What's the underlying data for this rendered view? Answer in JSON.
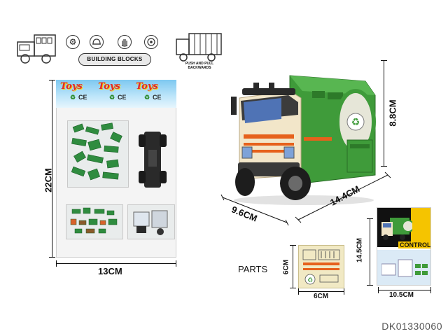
{
  "header": {
    "building_blocks": "BUILDING BLOCKS",
    "push_pull": "PUSH AND PULL BACKWARDS",
    "icons": [
      "gear-icon",
      "hardhat-icon",
      "hand-icon",
      "wheel-icon"
    ]
  },
  "bag": {
    "brand_words": [
      "Toys",
      "Toys",
      "Toys"
    ],
    "marks": [
      "♻",
      "CE",
      "♻",
      "CE",
      "♻",
      "CE"
    ],
    "height_label": "22CM",
    "width_label": "13CM"
  },
  "truck": {
    "height_label": "8.8CM",
    "length_label": "14.4CM",
    "width_label": "9.6CM",
    "colors": {
      "body": "#3f9b3a",
      "cab": "#f2e6c9",
      "stripe": "#e6611c"
    }
  },
  "parts": {
    "label": "PARTS",
    "height_label": "6CM",
    "width_label": "6CM"
  },
  "box": {
    "label": "CONTROL",
    "height_label": "14.5CM",
    "width_label": "10.5CM"
  },
  "sku": "DK01330060"
}
